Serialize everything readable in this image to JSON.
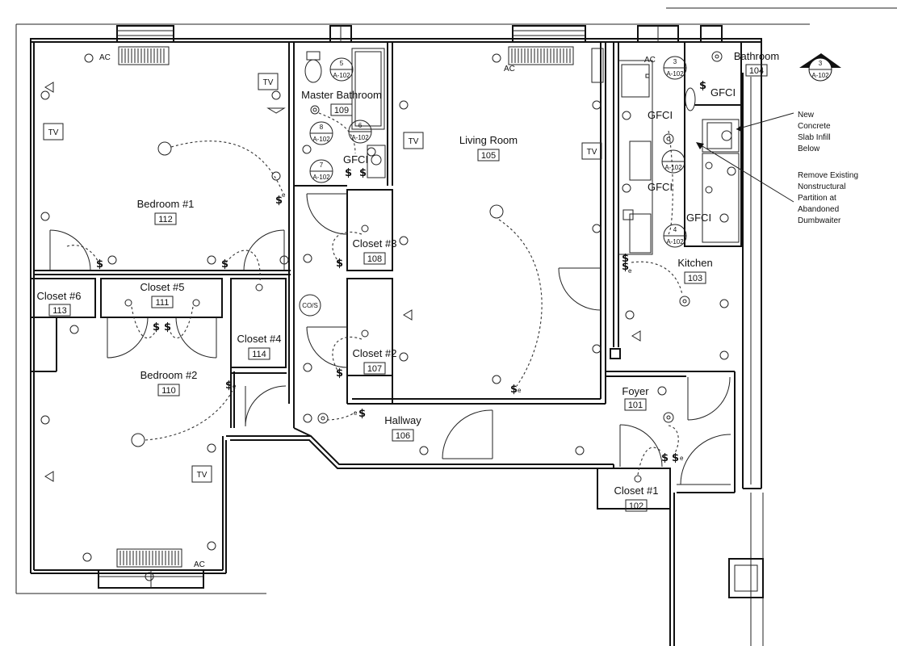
{
  "rooms": {
    "bedroom1": {
      "name": "Bedroom #1",
      "number": "112"
    },
    "bedroom2": {
      "name": "Bedroom #2",
      "number": "110"
    },
    "closet6": {
      "name": "Closet #6",
      "number": "113"
    },
    "closet5": {
      "name": "Closet #5",
      "number": "111"
    },
    "closet4": {
      "name": "Closet #4",
      "number": "114"
    },
    "master_bath": {
      "name": "Master Bathroom",
      "number": "109"
    },
    "closet3": {
      "name": "Closet #3",
      "number": "108"
    },
    "closet2": {
      "name": "Closet #2",
      "number": "107"
    },
    "living": {
      "name": "Living Room",
      "number": "105"
    },
    "hallway": {
      "name": "Hallway",
      "number": "106"
    },
    "kitchen": {
      "name": "Kitchen",
      "number": "103"
    },
    "bathroom": {
      "name": "Bathroom",
      "number": "104"
    },
    "foyer": {
      "name": "Foyer",
      "number": "101"
    },
    "closet1": {
      "name": "Closet #1",
      "number": "102"
    }
  },
  "labels": {
    "ac": "AC",
    "tv": "TV",
    "gfci": "GFCI",
    "cos": "CO/S",
    "switch": "$",
    "sub_e": "e",
    "sheet": "A-102"
  },
  "section_marks": {
    "m5": "5",
    "m6": "6",
    "m7": "7",
    "m8": "8",
    "m3": "3",
    "m4": "4"
  },
  "notes": {
    "slab": [
      "New",
      "Concrete",
      "Slab Infill",
      "Below"
    ],
    "partition": [
      "Remove Existing",
      "Nonstructural",
      "Partition at",
      "Abandoned",
      "Dumbwaiter"
    ]
  }
}
